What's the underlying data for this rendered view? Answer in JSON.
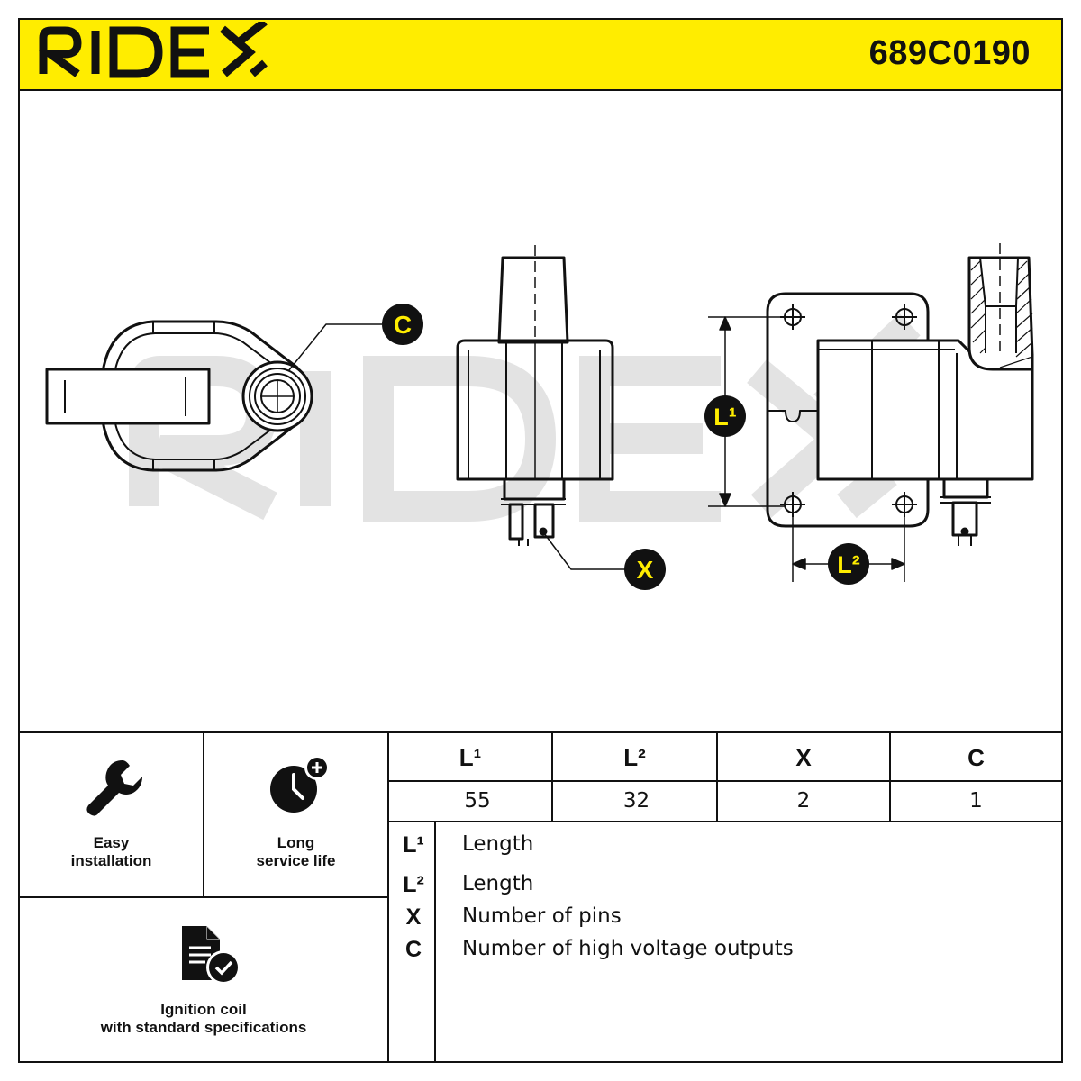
{
  "header": {
    "brand": "RIDEX",
    "part_number": "689C0190",
    "brand_color": "#ffed00"
  },
  "callouts": {
    "c": "C",
    "x": "X",
    "l1": "L¹",
    "l2": "L²"
  },
  "watermark": "RIDEX",
  "features": [
    {
      "icon": "wrench-icon",
      "label_line1": "Easy",
      "label_line2": "installation"
    },
    {
      "icon": "clock-plus-icon",
      "label_line1": "Long",
      "label_line2": "service life"
    },
    {
      "icon": "document-check-icon",
      "label_line1": "Ignition coil",
      "label_line2": "with standard specifications"
    }
  ],
  "spec_table": {
    "headers": [
      "L¹",
      "L²",
      "X",
      "C"
    ],
    "values": [
      "55",
      "32",
      "2",
      "1"
    ]
  },
  "legend": [
    {
      "symbol": "L¹",
      "description": "Length"
    },
    {
      "symbol": "L²",
      "description": "Length"
    },
    {
      "symbol": "X",
      "description": "Number of pins"
    },
    {
      "symbol": "C",
      "description": "Number of high voltage outputs"
    }
  ]
}
